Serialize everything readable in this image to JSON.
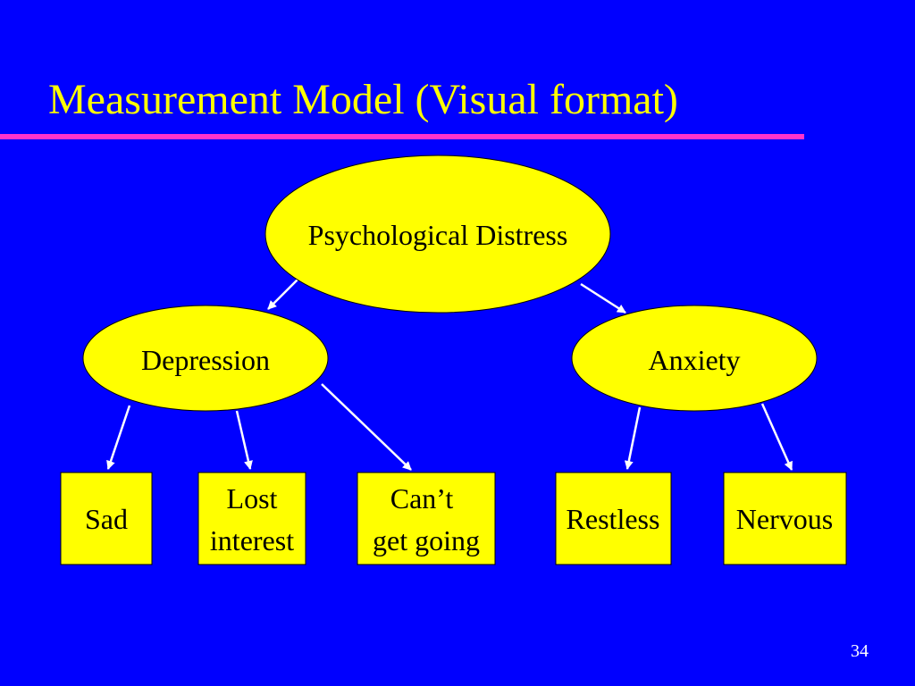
{
  "slide": {
    "title": "Measurement Model (Visual format)",
    "page_number": "34"
  },
  "colors": {
    "background": "#0000ff",
    "title": "#ffff00",
    "rule": "#ff33cc",
    "node_fill": "#ffff00",
    "arrow": "#ffffff",
    "page_number": "#ffffff"
  },
  "diagram": {
    "root": {
      "label": "Psychological Distress"
    },
    "factors": [
      {
        "label": "Depression"
      },
      {
        "label": "Anxiety"
      }
    ],
    "indicators": [
      {
        "lines": [
          "Sad"
        ],
        "factor": "Depression"
      },
      {
        "lines": [
          "Lost",
          "interest"
        ],
        "factor": "Depression"
      },
      {
        "lines": [
          "Can’t",
          "get going"
        ],
        "factor": "Depression"
      },
      {
        "lines": [
          "Restless"
        ],
        "factor": "Anxiety"
      },
      {
        "lines": [
          "Nervous"
        ],
        "factor": "Anxiety"
      }
    ]
  }
}
